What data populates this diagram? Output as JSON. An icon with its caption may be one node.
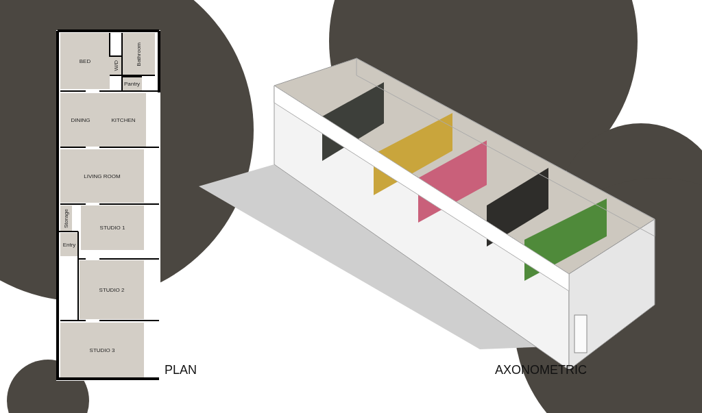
{
  "diagram": {
    "nodes": [
      {
        "text": [
          "BED"
        ]
      },
      {
        "text": [
          "W/D"
        ]
      },
      {
        "text": [
          "Bathroom"
        ]
      },
      {
        "text": [
          "Pantry"
        ]
      },
      {
        "text": [
          "DINING",
          "KITCHEN"
        ]
      },
      {
        "text": [
          "LIVING ROOM"
        ]
      },
      {
        "text": [
          "Storage"
        ]
      },
      {
        "text": [
          "STUDIO 1"
        ]
      },
      {
        "text": [
          "Entry"
        ]
      },
      {
        "text": [
          "STUDIO 2"
        ]
      },
      {
        "text": [
          "STUDIO 3"
        ]
      }
    ],
    "labels": [
      "PLAN",
      "AXONOMETRIC"
    ]
  }
}
